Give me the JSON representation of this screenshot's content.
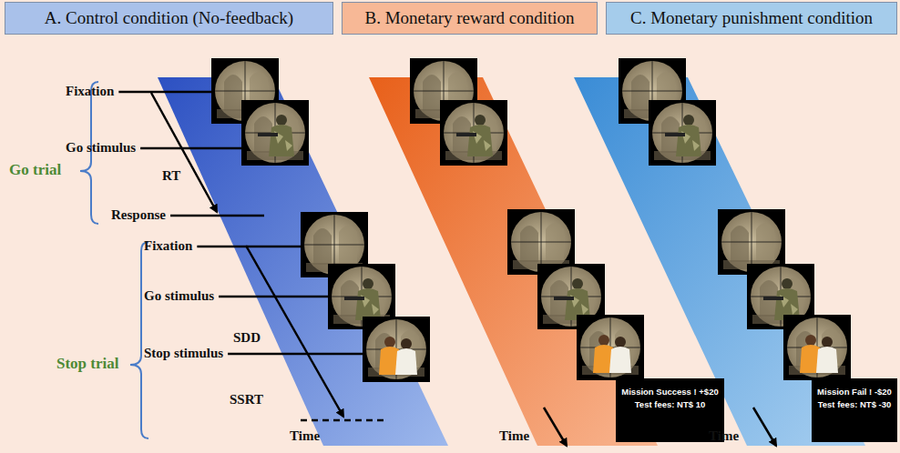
{
  "diagram": {
    "nodes": [
      {
        "text": [
          "A. Control condition (No-feedback)"
        ]
      },
      {
        "text": [
          "B. Monetary reward condition"
        ]
      },
      {
        "text": [
          "C. Monetary punishment condition"
        ]
      },
      {
        "text": [
          "Mission Success ! +$20",
          "Test fees: NT$ 10"
        ]
      },
      {
        "text": [
          "Mission Fail ! -$20",
          "Test fees: NT$ -30"
        ]
      }
    ],
    "edges": [],
    "labels": [
      "Fixation",
      "Go stimulus",
      "RT",
      "Response",
      "Fixation",
      "Go stimulus",
      "SDD",
      "Stop stimulus",
      "SSRT",
      "Time",
      "Go trial",
      "Stop trial",
      "Time",
      "Time"
    ]
  }
}
